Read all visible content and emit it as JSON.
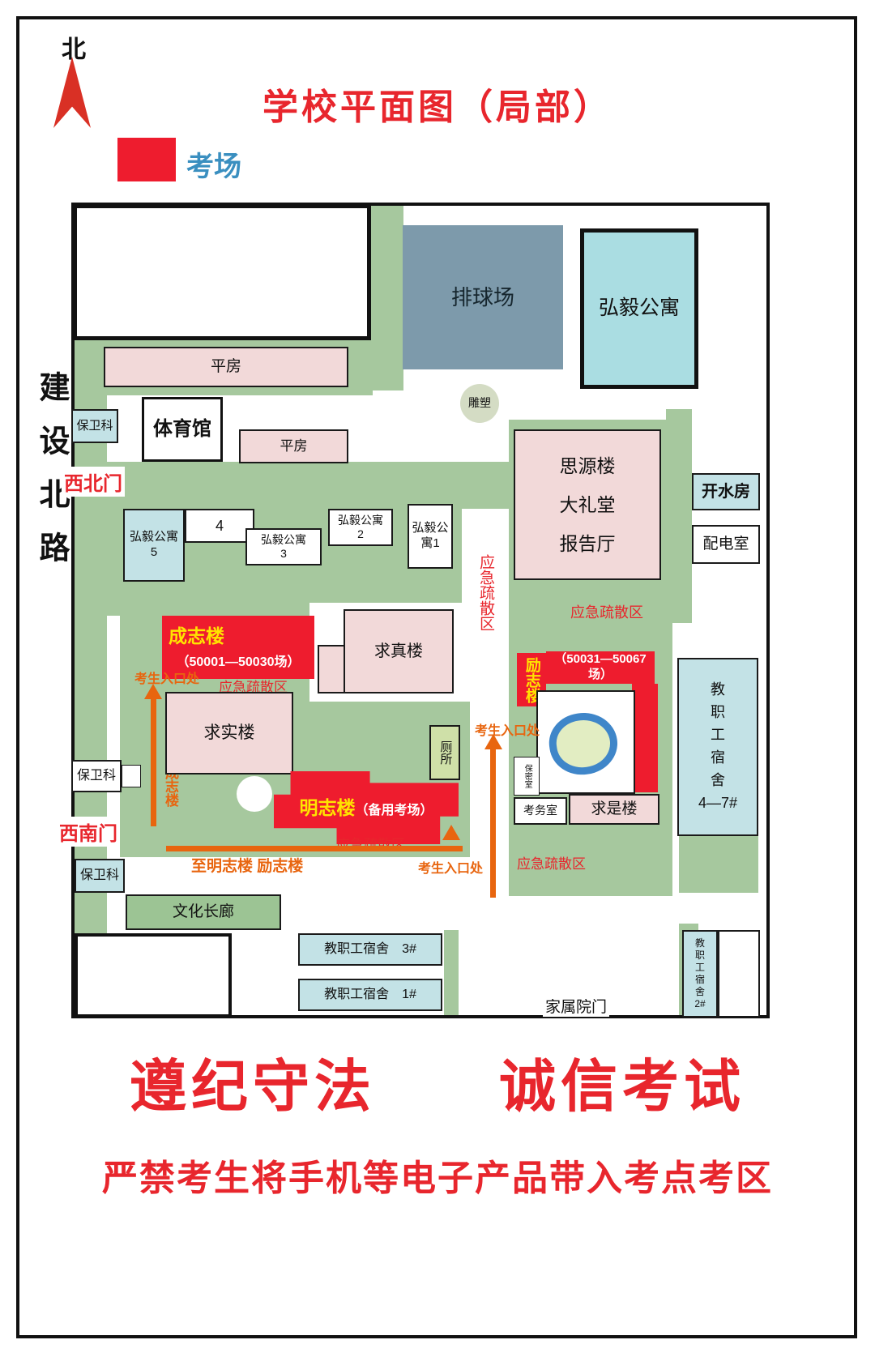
{
  "title": "学校平面图（局部）",
  "compass": {
    "north": "北"
  },
  "legend": {
    "exam_room": "考场"
  },
  "road": {
    "name": "建设北路"
  },
  "gates": {
    "northwest": "西北门",
    "southwest": "西南门",
    "family_yard": "家属院门"
  },
  "labels": {
    "entrance": "考生入口处",
    "evacuation": "应急疏散区",
    "to_chengzhi": "至成志楼",
    "to_mingzhi": "至明志楼  励志楼"
  },
  "buildings": {
    "volleyball_court": "排球场",
    "hongyi_apartment": "弘毅公寓",
    "bungalow": "平房",
    "security_office": "保卫科",
    "gymnasium": "体育馆",
    "sculpture": "雕塑",
    "siyuan_hall": "思源楼\n大礼堂\n报告厅",
    "boiler_room": "开水房",
    "power_room": "配电室",
    "hongyi_5": "弘毅公寓\n5",
    "hongyi_4": "4",
    "hongyi_3": "弘毅公寓\n3",
    "hongyi_2": "弘毅公寓\n2",
    "hongyi_1": "弘毅公寓1",
    "chengzhi_name": "成志楼",
    "chengzhi_range": "（50001—50030场）",
    "qiuzhen_lou": "求真楼",
    "lizhi_name": "励志楼",
    "lizhi_range": "（50031—50067场）",
    "qiushi_shi_lou": "求实楼",
    "toilet": "厕所",
    "secret_room": "保密室",
    "exam_affairs_room": "考务室",
    "qiushi_lou": "求是楼",
    "staff_dorm_47": "教\n职\n工\n宿\n舍\n4—7#",
    "mingzhi_name": "明志楼",
    "mingzhi_note": "（备用考场）",
    "culture_corridor": "文化长廊",
    "staff_dorm_3": "教职工宿舍　3#",
    "staff_dorm_1": "教职工宿舍　1#",
    "staff_dorm_2": "教\n职\n工\n宿\n舍\n2#"
  },
  "slogans": {
    "line1": "遵纪守法　　诚信考试",
    "line2": "严禁考生将手机等电子产品带入考点考区"
  },
  "colors": {
    "exam_red": "#ee1c2e",
    "title_red": "#e8262d",
    "entrance_orange": "#e8650f",
    "lawn_green": "#a6c89e",
    "building_pink": "#f2d9d9",
    "building_blue": "#c3e2e6",
    "court_slate": "#7d9aab",
    "legend_label_blue": "#3a8fc0"
  }
}
